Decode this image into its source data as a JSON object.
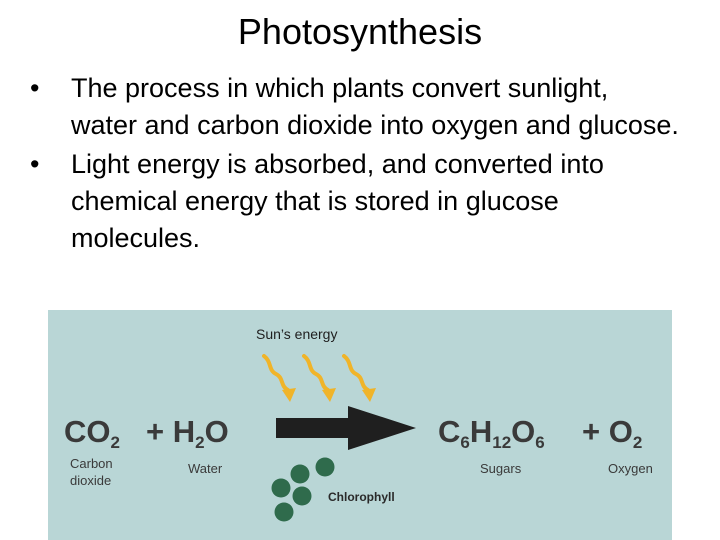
{
  "slide": {
    "title": "Photosynthesis",
    "bullets": [
      "The process in which plants convert sunlight, water and carbon dioxide into oxygen and glucose.",
      "Light energy is absorbed, and converted into chemical energy that is stored in glucose molecules."
    ]
  },
  "diagram": {
    "background_color": "#b9d6d6",
    "arrow_color": "#1f1f1f",
    "sun_arrow_color": "#f0b429",
    "chlorophyll_color": "#2f6b4c",
    "sun_label": "Sun’s energy",
    "reactant1": {
      "base": "CO",
      "sub": "2",
      "label": [
        "Carbon",
        "dioxide"
      ]
    },
    "reactant2": {
      "plus": "+ ",
      "base1": "H",
      "sub": "2",
      "base2": "O",
      "label": "Water"
    },
    "product1": {
      "c": "C",
      "c_sub": "6",
      "h": "H",
      "h_sub": "12",
      "o": "O",
      "o_sub": "6",
      "label": "Sugars"
    },
    "product2": {
      "plus": "+ ",
      "base": "O",
      "sub": "2",
      "label": "Oxygen"
    },
    "chlorophyll_label": "Chlorophyll"
  }
}
